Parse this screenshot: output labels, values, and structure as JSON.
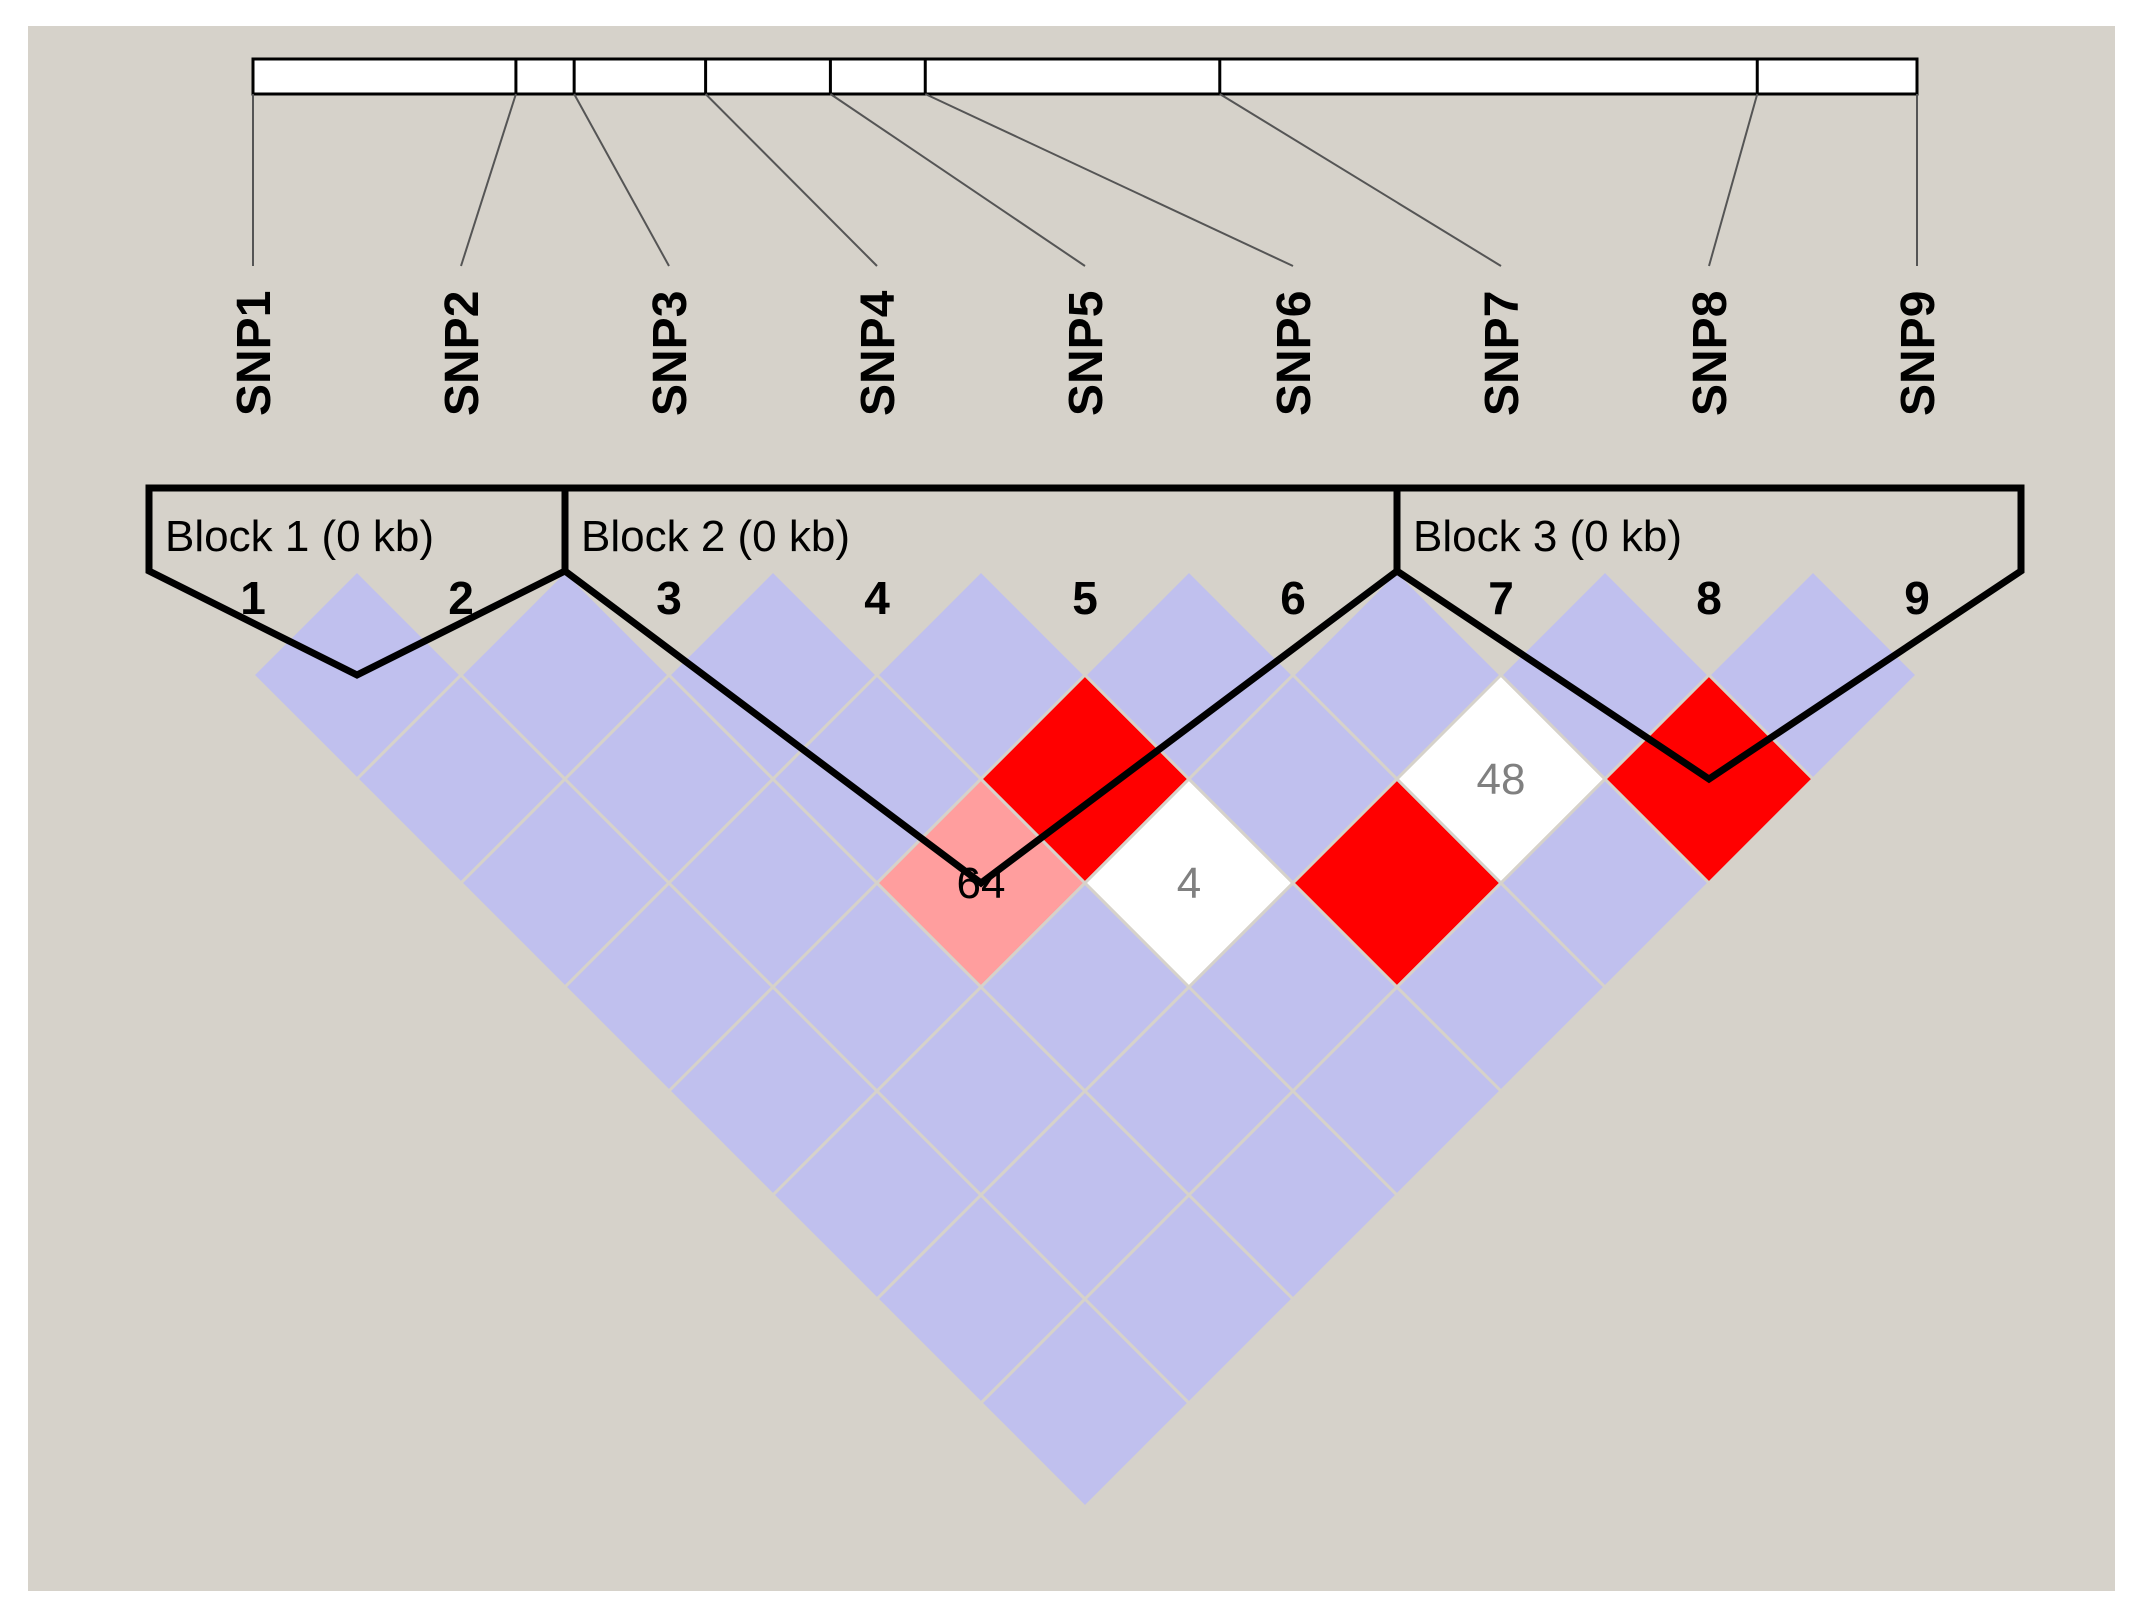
{
  "snps": [
    "SNP1",
    "SNP2",
    "SNP3",
    "SNP4",
    "SNP5",
    "SNP6",
    "SNP7",
    "SNP8",
    "SNP9"
  ],
  "snp_indices": [
    "1",
    "2",
    "3",
    "4",
    "5",
    "6",
    "7",
    "8",
    "9"
  ],
  "map_ticks": [
    0,
    0.158,
    0.193,
    0.272,
    0.347,
    0.404,
    0.581,
    0.904,
    1.0
  ],
  "blocks": [
    {
      "label": "Block 1 (0 kb)",
      "first": 1,
      "last": 2
    },
    {
      "label": "Block 2 (0 kb)",
      "first": 3,
      "last": 6
    },
    {
      "label": "Block 3 (0 kb)",
      "first": 7,
      "last": 9
    }
  ],
  "colors": {
    "background": "#d6d2ca",
    "default_cell": "#c0c0ee",
    "grid": "#d6d2ca",
    "strong": "#ff0000",
    "moderate": "#ff9e9e",
    "weak": "#ffffff",
    "text_dark": "#000000",
    "text_light": "#808080"
  },
  "cells": [
    {
      "i": 4,
      "j": 6,
      "color": "strong",
      "label": ""
    },
    {
      "i": 7,
      "j": 9,
      "color": "strong",
      "label": ""
    },
    {
      "i": 5,
      "j": 8,
      "color": "strong",
      "label": ""
    },
    {
      "i": 6,
      "j": 8,
      "color": "weak",
      "label": "48"
    },
    {
      "i": 4,
      "j": 7,
      "color": "weak",
      "label": "4"
    },
    {
      "i": 3,
      "j": 6,
      "color": "moderate",
      "label": "64"
    }
  ]
}
